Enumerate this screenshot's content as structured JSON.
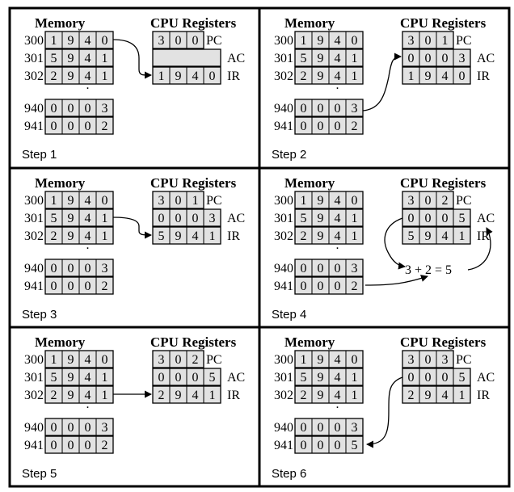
{
  "labels": {
    "memory": "Memory",
    "cpu": "CPU Registers",
    "ellipsis": "."
  },
  "registers": [
    "PC",
    "AC",
    "IR"
  ],
  "panels": [
    {
      "step": "Step 1",
      "memory": [
        [
          "300",
          "1",
          "9",
          "4",
          "0"
        ],
        [
          "301",
          "5",
          "9",
          "4",
          "1"
        ],
        [
          "302",
          "2",
          "9",
          "4",
          "1"
        ],
        [
          "940",
          "0",
          "0",
          "0",
          "3"
        ],
        [
          "941",
          "0",
          "0",
          "0",
          "2"
        ]
      ],
      "regs": [
        [
          "3",
          "0",
          "0"
        ],
        [],
        [
          "1",
          "9",
          "4",
          "0"
        ]
      ]
    },
    {
      "step": "Step 2",
      "memory": [
        [
          "300",
          "1",
          "9",
          "4",
          "0"
        ],
        [
          "301",
          "5",
          "9",
          "4",
          "1"
        ],
        [
          "302",
          "2",
          "9",
          "4",
          "1"
        ],
        [
          "940",
          "0",
          "0",
          "0",
          "3"
        ],
        [
          "941",
          "0",
          "0",
          "0",
          "2"
        ]
      ],
      "regs": [
        [
          "3",
          "0",
          "1"
        ],
        [
          "0",
          "0",
          "0",
          "3"
        ],
        [
          "1",
          "9",
          "4",
          "0"
        ]
      ]
    },
    {
      "step": "Step 3",
      "memory": [
        [
          "300",
          "1",
          "9",
          "4",
          "0"
        ],
        [
          "301",
          "5",
          "9",
          "4",
          "1"
        ],
        [
          "302",
          "2",
          "9",
          "4",
          "1"
        ],
        [
          "940",
          "0",
          "0",
          "0",
          "3"
        ],
        [
          "941",
          "0",
          "0",
          "0",
          "2"
        ]
      ],
      "regs": [
        [
          "3",
          "0",
          "1"
        ],
        [
          "0",
          "0",
          "0",
          "3"
        ],
        [
          "5",
          "9",
          "4",
          "1"
        ]
      ]
    },
    {
      "step": "Step 4",
      "memory": [
        [
          "300",
          "1",
          "9",
          "4",
          "0"
        ],
        [
          "301",
          "5",
          "9",
          "4",
          "1"
        ],
        [
          "302",
          "2",
          "9",
          "4",
          "1"
        ],
        [
          "940",
          "0",
          "0",
          "0",
          "3"
        ],
        [
          "941",
          "0",
          "0",
          "0",
          "2"
        ]
      ],
      "regs": [
        [
          "3",
          "0",
          "2"
        ],
        [
          "0",
          "0",
          "0",
          "5"
        ],
        [
          "5",
          "9",
          "4",
          "1"
        ]
      ],
      "equation": "3 + 2 = 5"
    },
    {
      "step": "Step 5",
      "memory": [
        [
          "300",
          "1",
          "9",
          "4",
          "0"
        ],
        [
          "301",
          "5",
          "9",
          "4",
          "1"
        ],
        [
          "302",
          "2",
          "9",
          "4",
          "1"
        ],
        [
          "940",
          "0",
          "0",
          "0",
          "3"
        ],
        [
          "941",
          "0",
          "0",
          "0",
          "2"
        ]
      ],
      "regs": [
        [
          "3",
          "0",
          "2"
        ],
        [
          "0",
          "0",
          "0",
          "5"
        ],
        [
          "2",
          "9",
          "4",
          "1"
        ]
      ]
    },
    {
      "step": "Step 6",
      "memory": [
        [
          "300",
          "1",
          "9",
          "4",
          "0"
        ],
        [
          "301",
          "5",
          "9",
          "4",
          "1"
        ],
        [
          "302",
          "2",
          "9",
          "4",
          "1"
        ],
        [
          "940",
          "0",
          "0",
          "0",
          "3"
        ],
        [
          "941",
          "0",
          "0",
          "0",
          "5"
        ]
      ],
      "regs": [
        [
          "3",
          "0",
          "3"
        ],
        [
          "0",
          "0",
          "0",
          "5"
        ],
        [
          "2",
          "9",
          "4",
          "1"
        ]
      ]
    }
  ]
}
